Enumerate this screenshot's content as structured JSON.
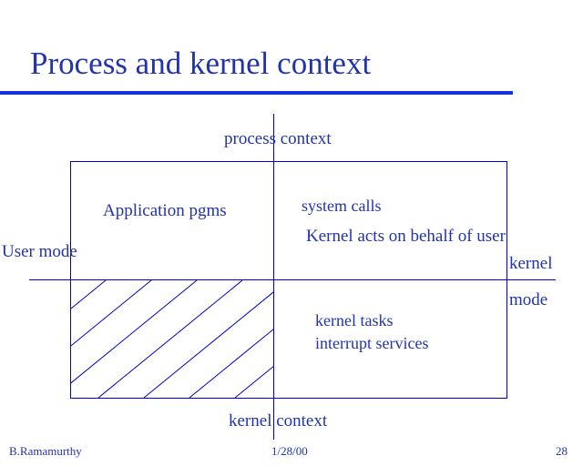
{
  "title": "Process and kernel context",
  "diagram": {
    "process_context_label": "process context",
    "kernel_context_label": "kernel context",
    "user_mode_label": "User mode",
    "kernel_mode_label_line1": "kernel",
    "kernel_mode_label_line2": "mode",
    "application_pgms_label": "Application pgms",
    "system_calls_label": "system calls",
    "kernel_behalf_label": "Kernel acts on behalf of user",
    "kernel_tasks_label": "kernel tasks",
    "interrupt_services_label": "interrupt services"
  },
  "footer": {
    "author": "B.Ramamurthy",
    "date": "1/28/00",
    "slide_number": "28"
  },
  "colors": {
    "text": "#2233ae",
    "line": "#0000cd",
    "underline": "#1433dd"
  }
}
